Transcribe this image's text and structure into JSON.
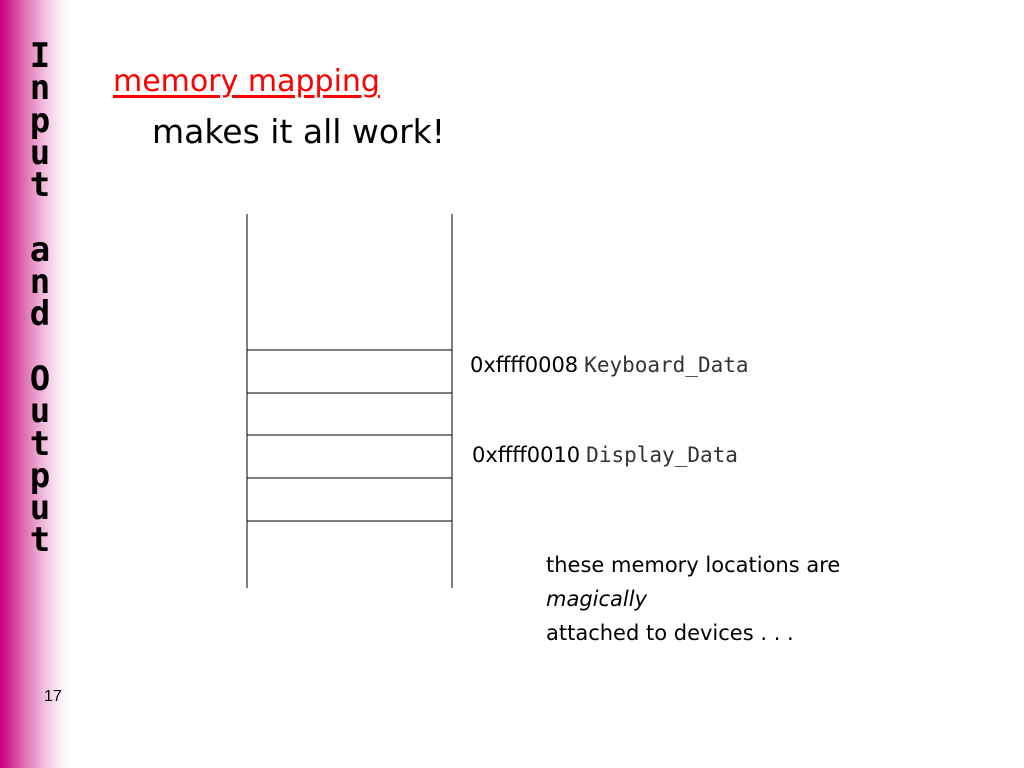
{
  "sidebar": {
    "title_text": "Input and Output",
    "lines": [
      "I",
      "n",
      "p",
      "u",
      "t",
      "",
      "a",
      "n",
      "d",
      "",
      "O",
      "u",
      "t",
      "p",
      "u",
      "t"
    ]
  },
  "slide": {
    "number": "17",
    "title": "memory mapping",
    "subtitle": "makes it all work!"
  },
  "diagram": {
    "keyboard": {
      "address": "0xffff0008",
      "name": "Keyboard_Data"
    },
    "display": {
      "address": "0xffff0010",
      "name": "Display_Data"
    }
  },
  "note": {
    "line1": "these memory locations are",
    "line2": "magically",
    "line3": "attached to devices . . ."
  },
  "colors": {
    "title": "#ff0000",
    "sidebar_magenta": "#c8007e"
  }
}
